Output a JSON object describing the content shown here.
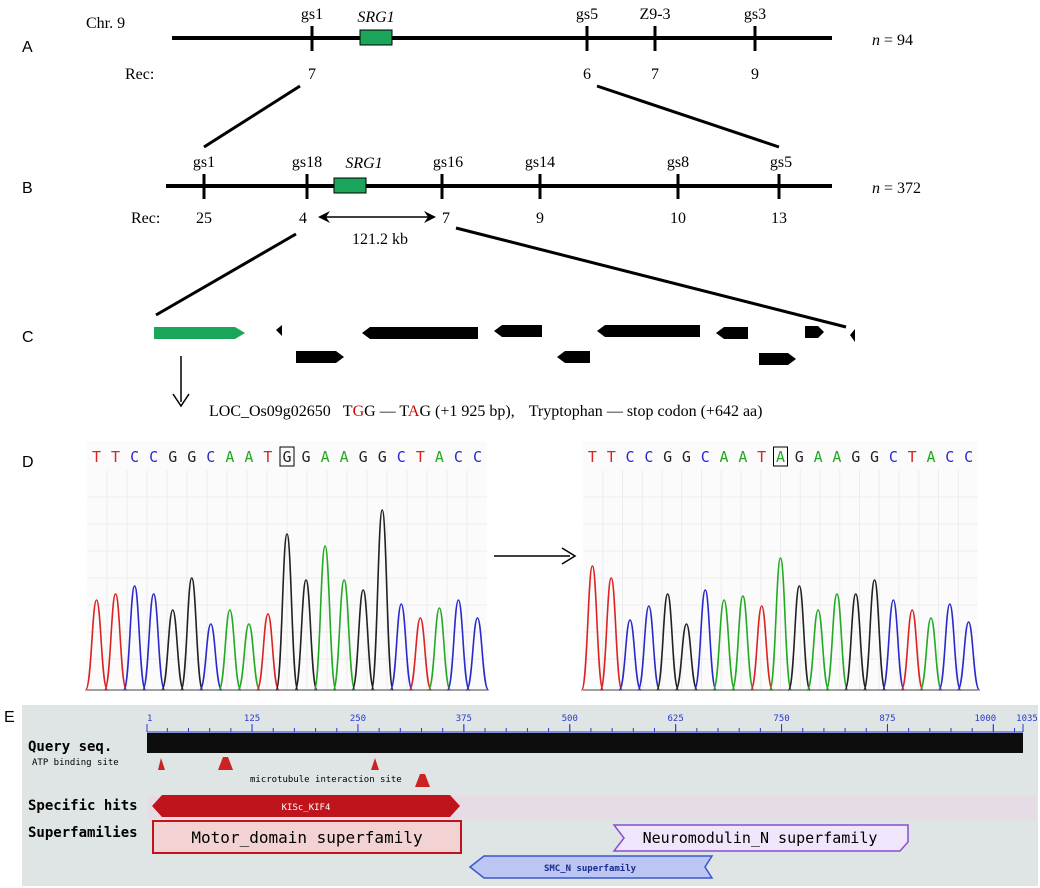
{
  "colors": {
    "green": "#1aa55a",
    "dnaA": "#22aa22",
    "dnaC": "#2a2acc",
    "dnaG": "#222222",
    "dnaT": "#dd2222",
    "red": "#d40000",
    "cddBg": "#dfe4e4",
    "hitBand": "#e6dce6",
    "motor": "#c0141c",
    "motorFill": "#f2d2d2",
    "purple": "#8a4cd6",
    "purpleFill": "#efe6fb",
    "blue": "#3a56d0",
    "blueFill": "#bcc6f2"
  },
  "panels": {
    "a": "A",
    "b": "B",
    "c": "C",
    "d": "D",
    "e": "E"
  },
  "panel_a": {
    "chr": "Chr. 9",
    "rec_label": "Rec:",
    "n": "n",
    "n_value": " = 94",
    "gene": "SRG1",
    "markers": [
      {
        "name": "gs1",
        "rec": "7"
      },
      {
        "name": "gs5",
        "rec": "6"
      },
      {
        "name": "Z9-3",
        "rec": "7"
      },
      {
        "name": "gs3",
        "rec": "9"
      }
    ]
  },
  "panel_b": {
    "rec_label": "Rec:",
    "n": "n",
    "n_value": " = 372",
    "gene": "SRG1",
    "distance": "121.2 kb",
    "markers": [
      {
        "name": "gs1",
        "rec": "25"
      },
      {
        "name": "gs18",
        "rec": "4"
      },
      {
        "name": "gs16",
        "rec": "7"
      },
      {
        "name": "gs14",
        "rec": "9"
      },
      {
        "name": "gs8",
        "rec": "10"
      },
      {
        "name": "gs5",
        "rec": "13"
      }
    ]
  },
  "panel_c": {
    "locus": "LOC_Os09g02650",
    "codon_from_1": "T",
    "codon_from_2": "G",
    "codon_from_3": "G",
    "dash1": " — ",
    "codon_to_1": "T",
    "codon_to_2": "A",
    "codon_to_3": "G",
    "position": " (+1 925 bp),",
    "aa_from": "Tryptophan",
    "dash2": " — ",
    "aa_to": "stop codon (+642 aa)"
  },
  "panel_d": {
    "seq_left": [
      "T",
      "T",
      "C",
      "C",
      "G",
      "G",
      "C",
      "A",
      "A",
      "T",
      "G",
      "G",
      "A",
      "A",
      "G",
      "G",
      "C",
      "T",
      "A",
      "C",
      "C"
    ],
    "seq_right": [
      "T",
      "T",
      "C",
      "C",
      "G",
      "G",
      "C",
      "A",
      "A",
      "T",
      "A",
      "G",
      "A",
      "A",
      "G",
      "G",
      "C",
      "T",
      "A",
      "C",
      "C"
    ],
    "boxed_index": 10
  },
  "panel_e": {
    "query_label": "Query seq.",
    "ticks": [
      {
        "v": 1,
        "label": "1"
      },
      {
        "v": 125,
        "label": "125"
      },
      {
        "v": 250,
        "label": "250"
      },
      {
        "v": 375,
        "label": "375"
      },
      {
        "v": 500,
        "label": "500"
      },
      {
        "v": 625,
        "label": "625"
      },
      {
        "v": 750,
        "label": "750"
      },
      {
        "v": 875,
        "label": "875"
      },
      {
        "v": 1000,
        "label": "1000"
      },
      {
        "v": 1035,
        "label": "1035"
      }
    ],
    "length": 1035,
    "atp_label": "ATP binding site",
    "mt_label": "microtubule interaction site",
    "specific_label": "Specific hits",
    "super_label": "Superfamilies",
    "kisc": "KISc_KIF4",
    "motor": "Motor_domain superfamily",
    "neuro": "Neuromodulin_N superfamily",
    "smc": "SMC_N superfamily"
  }
}
